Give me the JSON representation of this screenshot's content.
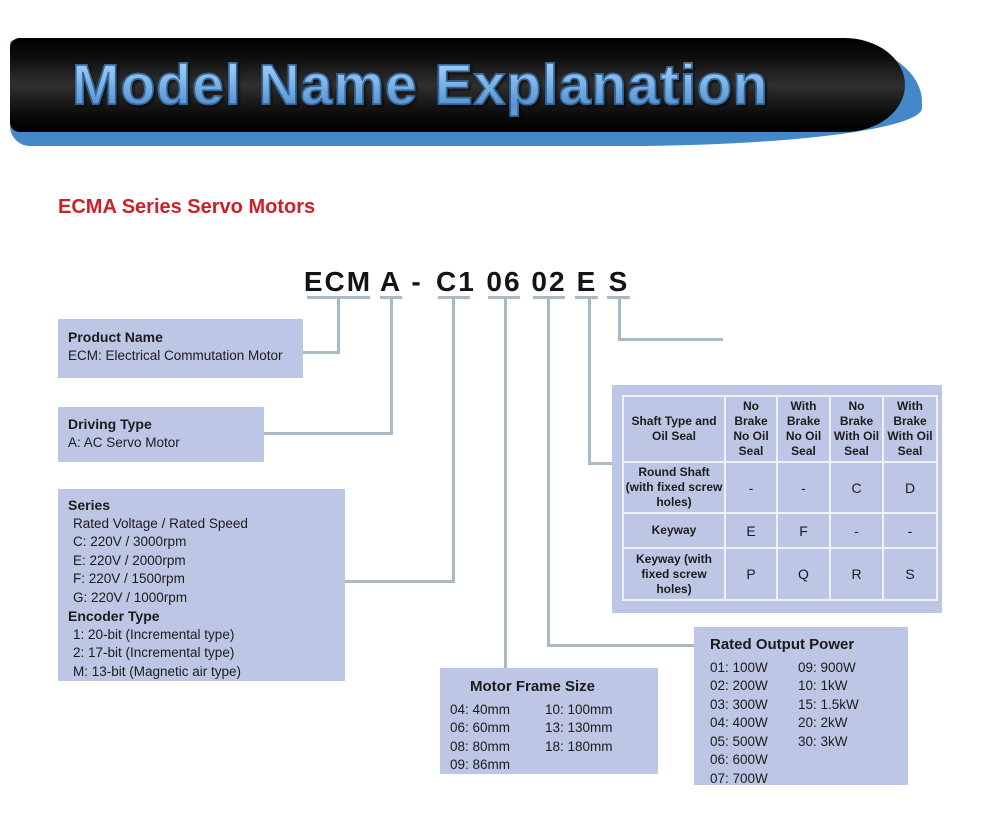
{
  "header": {
    "title": "Model Name Explanation"
  },
  "section_title": "ECMA Series Servo Motors",
  "model_code": {
    "segments": [
      "ECM",
      "A",
      "-",
      "C1",
      "06",
      "02",
      "E",
      "S"
    ]
  },
  "boxes": {
    "product_name": {
      "title": "Product Name",
      "line": "ECM: Electrical Commutation Motor"
    },
    "driving_type": {
      "title": "Driving Type",
      "line": "A: AC Servo Motor"
    },
    "series": {
      "title": "Series",
      "subtitle": "Rated Voltage / Rated Speed",
      "lines": [
        "C: 220V / 3000rpm",
        "E: 220V / 2000rpm",
        "F: 220V / 1500rpm",
        "G: 220V / 1000rpm"
      ],
      "encoder_title": "Encoder Type",
      "encoder_lines": [
        "1: 20-bit (Incremental type)",
        "2: 17-bit (Incremental type)",
        "M: 13-bit (Magnetic air type)"
      ]
    },
    "motor_frame_size": {
      "title": "Motor Frame Size",
      "col1": [
        "04: 40mm",
        "06: 60mm",
        "08: 80mm",
        "09: 86mm"
      ],
      "col2": [
        "10: 100mm",
        "13: 130mm",
        "18: 180mm"
      ]
    },
    "rated_output_power": {
      "title": "Rated Output Power",
      "col1": [
        "01: 100W",
        "02: 200W",
        "03: 300W",
        "04: 400W",
        "05: 500W",
        "06: 600W",
        "07: 700W"
      ],
      "col2": [
        "09: 900W",
        "10: 1kW",
        "15: 1.5kW",
        "20: 2kW",
        "30: 3kW"
      ]
    }
  },
  "shaft_table": {
    "header": [
      "Shaft Type and Oil Seal",
      "No Brake No Oil Seal",
      "With Brake No Oil Seal",
      "No Brake With Oil Seal",
      "With Brake With Oil Seal"
    ],
    "rows": [
      {
        "label": "Round Shaft (with fixed screw holes)",
        "cells": [
          "-",
          "-",
          "C",
          "D"
        ]
      },
      {
        "label": "Keyway",
        "cells": [
          "E",
          "F",
          "-",
          "-"
        ]
      },
      {
        "label": "Keyway (with fixed screw holes)",
        "cells": [
          "P",
          "Q",
          "R",
          "S"
        ]
      }
    ]
  },
  "colors": {
    "box_fill": "#bdc6e4",
    "connector": "#a9bac4",
    "banner_accent": "#4388c8",
    "section_title_red": "#cd2029"
  }
}
